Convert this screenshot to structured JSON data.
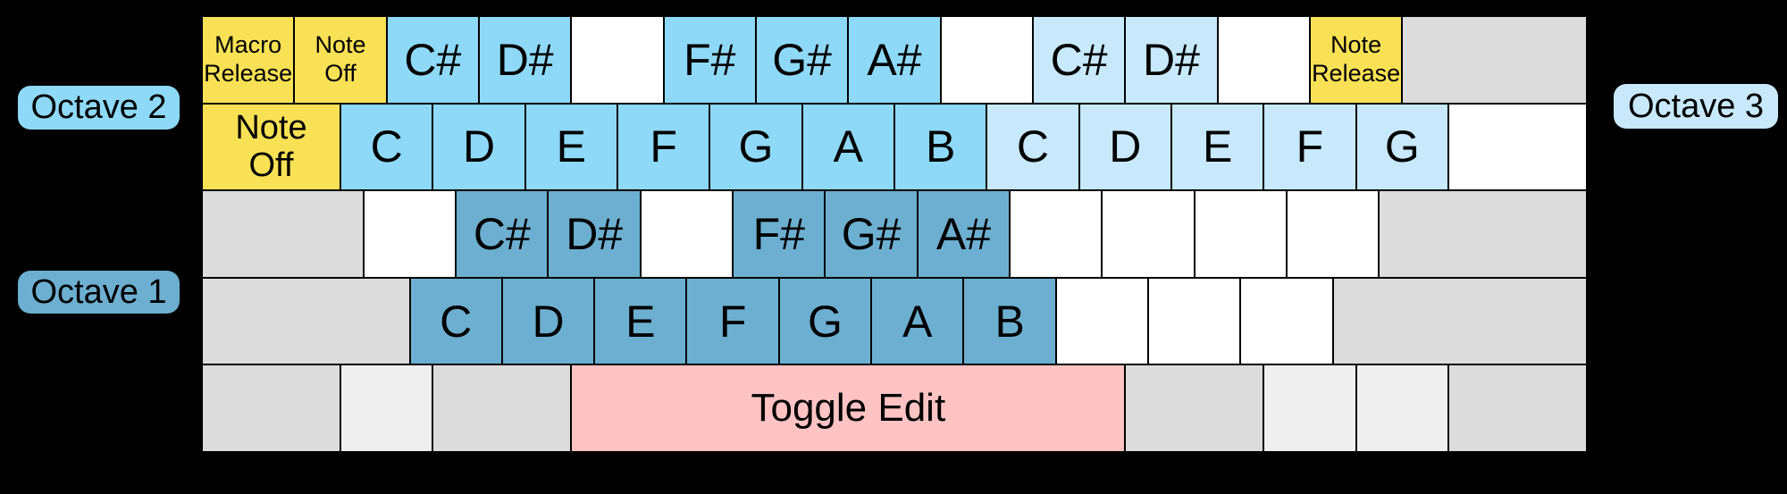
{
  "colors": {
    "o1": "#6DAFD0",
    "o2": "#8ED9F7",
    "o3": "#C7E9FB",
    "fn": "#F9E155",
    "edit": "#FFC3C3",
    "mod": "#DCDCDC",
    "mod2": "#EFEFEF",
    "blank": "#FFFFFF",
    "background": "#000000",
    "key_border": "#000000",
    "text": "#000000"
  },
  "octave_labels": {
    "octave1": {
      "text": "Octave 1",
      "color": "o1"
    },
    "octave2": {
      "text": "Octave 2",
      "color": "o2"
    },
    "octave3": {
      "text": "Octave 3",
      "color": "o3"
    }
  },
  "keyboard": {
    "units_per_row": 15,
    "rows": [
      {
        "keys": [
          {
            "name": "grave",
            "label": "Macro\nRelease",
            "color": "fn",
            "units": 1,
            "size": "fn-sm"
          },
          {
            "name": "num-1",
            "label": "Note\nOff",
            "color": "fn",
            "units": 1,
            "size": "fn-sm"
          },
          {
            "name": "num-2",
            "label": "C#",
            "color": "o2",
            "units": 1,
            "size": "note"
          },
          {
            "name": "num-3",
            "label": "D#",
            "color": "o2",
            "units": 1,
            "size": "note"
          },
          {
            "name": "num-4",
            "label": "",
            "color": "blank",
            "units": 1,
            "size": "note"
          },
          {
            "name": "num-5",
            "label": "F#",
            "color": "o2",
            "units": 1,
            "size": "note"
          },
          {
            "name": "num-6",
            "label": "G#",
            "color": "o2",
            "units": 1,
            "size": "note"
          },
          {
            "name": "num-7",
            "label": "A#",
            "color": "o2",
            "units": 1,
            "size": "note"
          },
          {
            "name": "num-8",
            "label": "",
            "color": "blank",
            "units": 1,
            "size": "note"
          },
          {
            "name": "num-9",
            "label": "C#",
            "color": "o3",
            "units": 1,
            "size": "note"
          },
          {
            "name": "num-0",
            "label": "D#",
            "color": "o3",
            "units": 1,
            "size": "note"
          },
          {
            "name": "minus",
            "label": "",
            "color": "blank",
            "units": 1,
            "size": "note"
          },
          {
            "name": "equals",
            "label": "Note\nRelease",
            "color": "fn",
            "units": 1,
            "size": "fn-sm"
          },
          {
            "name": "backspace",
            "label": "",
            "color": "mod",
            "units": 2,
            "size": "note"
          }
        ]
      },
      {
        "keys": [
          {
            "name": "tab",
            "label": "Note\nOff",
            "color": "fn",
            "units": 1.5,
            "size": "fn-md"
          },
          {
            "name": "q",
            "label": "C",
            "color": "o2",
            "units": 1,
            "size": "note"
          },
          {
            "name": "w",
            "label": "D",
            "color": "o2",
            "units": 1,
            "size": "note"
          },
          {
            "name": "e",
            "label": "E",
            "color": "o2",
            "units": 1,
            "size": "note"
          },
          {
            "name": "r",
            "label": "F",
            "color": "o2",
            "units": 1,
            "size": "note"
          },
          {
            "name": "t",
            "label": "G",
            "color": "o2",
            "units": 1,
            "size": "note"
          },
          {
            "name": "y",
            "label": "A",
            "color": "o2",
            "units": 1,
            "size": "note"
          },
          {
            "name": "u",
            "label": "B",
            "color": "o2",
            "units": 1,
            "size": "note"
          },
          {
            "name": "i",
            "label": "C",
            "color": "o3",
            "units": 1,
            "size": "note"
          },
          {
            "name": "o",
            "label": "D",
            "color": "o3",
            "units": 1,
            "size": "note"
          },
          {
            "name": "p",
            "label": "E",
            "color": "o3",
            "units": 1,
            "size": "note"
          },
          {
            "name": "bracket-left",
            "label": "F",
            "color": "o3",
            "units": 1,
            "size": "note"
          },
          {
            "name": "bracket-right",
            "label": "G",
            "color": "o3",
            "units": 1,
            "size": "note"
          },
          {
            "name": "backslash",
            "label": "",
            "color": "blank",
            "units": 1.5,
            "size": "note"
          }
        ]
      },
      {
        "keys": [
          {
            "name": "capslock",
            "label": "",
            "color": "mod",
            "units": 1.75,
            "size": "note"
          },
          {
            "name": "a",
            "label": "",
            "color": "blank",
            "units": 1,
            "size": "note"
          },
          {
            "name": "s",
            "label": "C#",
            "color": "o1",
            "units": 1,
            "size": "note"
          },
          {
            "name": "d",
            "label": "D#",
            "color": "o1",
            "units": 1,
            "size": "note"
          },
          {
            "name": "f",
            "label": "",
            "color": "blank",
            "units": 1,
            "size": "note"
          },
          {
            "name": "g",
            "label": "F#",
            "color": "o1",
            "units": 1,
            "size": "note"
          },
          {
            "name": "h",
            "label": "G#",
            "color": "o1",
            "units": 1,
            "size": "note"
          },
          {
            "name": "j",
            "label": "A#",
            "color": "o1",
            "units": 1,
            "size": "note"
          },
          {
            "name": "k",
            "label": "",
            "color": "blank",
            "units": 1,
            "size": "note"
          },
          {
            "name": "l",
            "label": "",
            "color": "blank",
            "units": 1,
            "size": "note"
          },
          {
            "name": "semicolon",
            "label": "",
            "color": "blank",
            "units": 1,
            "size": "note"
          },
          {
            "name": "quote",
            "label": "",
            "color": "blank",
            "units": 1,
            "size": "note"
          },
          {
            "name": "enter",
            "label": "",
            "color": "mod",
            "units": 2.25,
            "size": "note"
          }
        ]
      },
      {
        "keys": [
          {
            "name": "shift-left",
            "label": "",
            "color": "mod",
            "units": 2.25,
            "size": "note"
          },
          {
            "name": "z",
            "label": "C",
            "color": "o1",
            "units": 1,
            "size": "note"
          },
          {
            "name": "x",
            "label": "D",
            "color": "o1",
            "units": 1,
            "size": "note"
          },
          {
            "name": "c",
            "label": "E",
            "color": "o1",
            "units": 1,
            "size": "note"
          },
          {
            "name": "v",
            "label": "F",
            "color": "o1",
            "units": 1,
            "size": "note"
          },
          {
            "name": "b",
            "label": "G",
            "color": "o1",
            "units": 1,
            "size": "note"
          },
          {
            "name": "n",
            "label": "A",
            "color": "o1",
            "units": 1,
            "size": "note"
          },
          {
            "name": "m",
            "label": "B",
            "color": "o1",
            "units": 1,
            "size": "note"
          },
          {
            "name": "comma",
            "label": "",
            "color": "blank",
            "units": 1,
            "size": "note"
          },
          {
            "name": "period",
            "label": "",
            "color": "blank",
            "units": 1,
            "size": "note"
          },
          {
            "name": "slash",
            "label": "",
            "color": "blank",
            "units": 1,
            "size": "note"
          },
          {
            "name": "shift-right",
            "label": "",
            "color": "mod",
            "units": 2.75,
            "size": "note"
          }
        ]
      },
      {
        "keys": [
          {
            "name": "ctrl-left",
            "label": "",
            "color": "mod",
            "units": 1.5,
            "size": "note"
          },
          {
            "name": "win-left",
            "label": "",
            "color": "mod2",
            "units": 1,
            "size": "note"
          },
          {
            "name": "alt-left",
            "label": "",
            "color": "mod",
            "units": 1.5,
            "size": "note"
          },
          {
            "name": "space",
            "label": "Toggle Edit",
            "color": "edit",
            "units": 6,
            "size": "space"
          },
          {
            "name": "alt-right",
            "label": "",
            "color": "mod",
            "units": 1.5,
            "size": "note"
          },
          {
            "name": "win-right",
            "label": "",
            "color": "mod2",
            "units": 1,
            "size": "note"
          },
          {
            "name": "menu",
            "label": "",
            "color": "mod2",
            "units": 1,
            "size": "note"
          },
          {
            "name": "ctrl-right",
            "label": "",
            "color": "mod",
            "units": 1.5,
            "size": "note"
          }
        ]
      }
    ]
  }
}
